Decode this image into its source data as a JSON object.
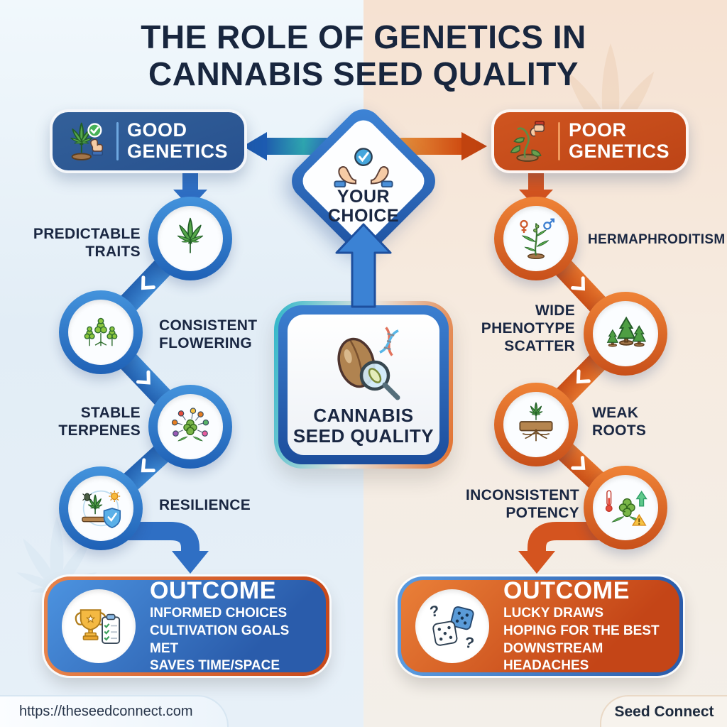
{
  "title": {
    "line1": "THE ROLE OF GENETICS IN",
    "line2": "CANNABIS SEED QUALITY"
  },
  "center": {
    "choice": {
      "line1": "YOUR",
      "line2": "CHOICE",
      "icon": "hands-check-icon"
    },
    "seed": {
      "line1": "CANNABIS",
      "line2": "SEED QUALITY",
      "icon": "seed-magnifier-dna-icon"
    }
  },
  "good": {
    "color": "#2e5ba6",
    "badge": {
      "line1": "GOOD",
      "line2": "GENETICS",
      "icon": "healthy-plant-thumbs-up-icon"
    },
    "items": [
      {
        "label": "PREDICTABLE TRAITS",
        "icon": "cannabis-leaf-icon"
      },
      {
        "label": "CONSISTENT FLOWERING",
        "icon": "flowering-buds-icon"
      },
      {
        "label": "STABLE TERPENES",
        "icon": "terpene-profile-icon"
      },
      {
        "label": "RESILIENCE",
        "icon": "pest-shield-plant-icon"
      }
    ],
    "outcome": {
      "title": "OUTCOME",
      "icon": "trophy-checklist-icon",
      "lines": [
        "INFORMED CHOICES",
        "CULTIVATION GOALS MET",
        "SAVES TIME/SPACE"
      ]
    }
  },
  "poor": {
    "color": "#c8491a",
    "badge": {
      "line1": "POOR",
      "line2": "GENETICS",
      "icon": "wilting-plant-thumbs-down-icon"
    },
    "items": [
      {
        "label": "HERMAPHRODITISM",
        "icon": "hermaphrodite-plant-icon"
      },
      {
        "label": "WIDE PHENOTYPE SCATTER",
        "icon": "phenotype-variation-icon"
      },
      {
        "label": "WEAK ROOTS",
        "icon": "weak-roots-icon"
      },
      {
        "label": "INCONSISTENT POTENCY",
        "icon": "potency-variability-icon"
      }
    ],
    "outcome": {
      "title": "OUTCOME",
      "icon": "dice-gamble-icon",
      "lines": [
        "LUCKY DRAWS",
        "HOPING FOR THE BEST",
        "DOWNSTREAM HEADACHES"
      ]
    }
  },
  "glyphs": {
    "question": "?"
  },
  "footer": {
    "url": "https://theseedconnect.com",
    "brand": "Seed Connect"
  }
}
